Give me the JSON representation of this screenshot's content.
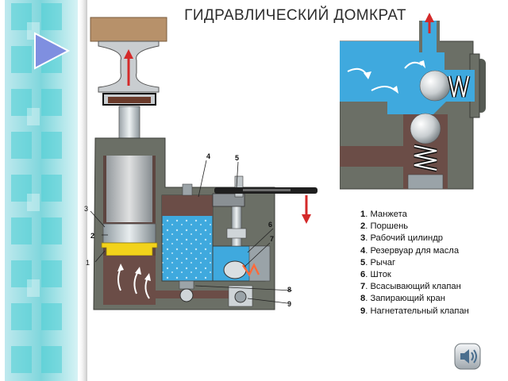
{
  "slide": {
    "title": "ГИДРАВЛИЧЕСКИЙ ДОМКРАТ"
  },
  "diagram": {
    "callouts": [
      "1",
      "2",
      "3",
      "4",
      "5",
      "6",
      "7",
      "8",
      "9"
    ]
  },
  "legend": {
    "items": [
      {
        "num": "1",
        "text": ". Манжета"
      },
      {
        "num": "2",
        "text": ". Поршень"
      },
      {
        "num": "3",
        "text": ". Рабочий цилиндр"
      },
      {
        "num": "4",
        "text": ". Резервуар для масла"
      },
      {
        "num": "5",
        "text": ". Рычаг"
      },
      {
        "num": "6",
        "text": ". Шток"
      },
      {
        "num": "7",
        "text": ". Всасывающий клапан"
      },
      {
        "num": "8",
        "text": ". Запирающий кран"
      },
      {
        "num": "9",
        "text": ". Нагнетательный клапан"
      }
    ]
  },
  "colors": {
    "oil": "#3fa9de",
    "housing": "#6b6f66",
    "cavity": "#6b4d47",
    "arrow": "#d42a2a",
    "saddle": "#b7916a"
  },
  "icons": {
    "play": "play-triangle-icon",
    "speaker": "speaker-icon"
  }
}
